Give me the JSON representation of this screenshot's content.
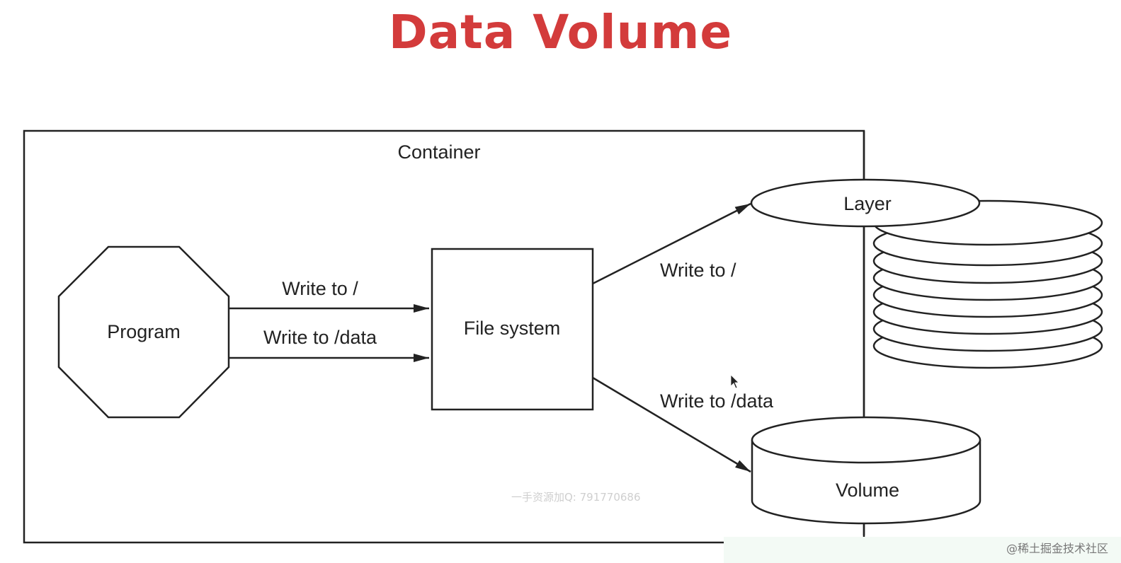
{
  "title": "Data Volume",
  "diagram": {
    "container_label": "Container",
    "program_label": "Program",
    "filesystem_label": "File system",
    "layer_label": "Layer",
    "volume_label": "Volume",
    "edges": {
      "program_to_fs_root": "Write to /",
      "program_to_fs_data": "Write to /data",
      "fs_to_layer": "Write to /",
      "fs_to_volume": "Write to /data"
    }
  },
  "watermark": "一手资源加Q: 791770686",
  "credit": "@稀土掘金技术社区",
  "colors": {
    "title": "#d33b3b",
    "stroke": "#222222",
    "background": "#ffffff"
  }
}
